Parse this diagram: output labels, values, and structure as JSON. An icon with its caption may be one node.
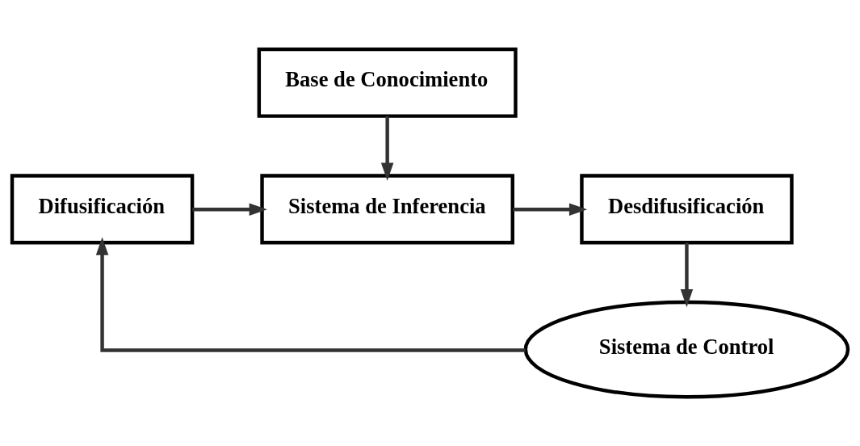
{
  "diagram": {
    "nodes": [
      {
        "text": [
          "Base de Conocimiento"
        ]
      },
      {
        "text": [
          "Difusificación"
        ]
      },
      {
        "text": [
          "Sistema de Inferencia"
        ]
      },
      {
        "text": [
          "Desdifusificación"
        ]
      },
      {
        "text": [
          "Sistema de Control"
        ]
      }
    ],
    "edges": [
      {
        "from": 0,
        "to": 2,
        "arrow": "to"
      },
      {
        "from": 1,
        "to": 2,
        "arrow": "to"
      },
      {
        "from": 2,
        "to": 3,
        "arrow": "to"
      },
      {
        "from": 3,
        "to": 4,
        "arrow": "to"
      },
      {
        "from": 4,
        "to": 1,
        "arrow": "to"
      }
    ]
  }
}
